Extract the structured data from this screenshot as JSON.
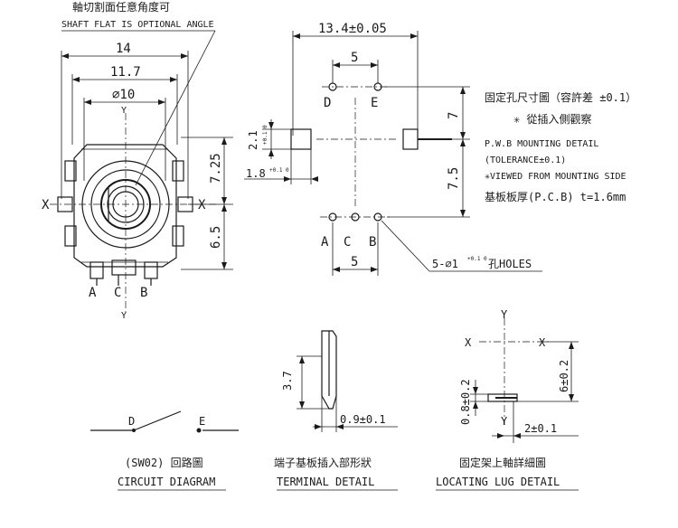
{
  "front_view": {
    "note_cn": "軸切割面任意角度可",
    "note_en": "SHAFT FLAT IS OPTIONAL ANGLE",
    "dim_width": "14",
    "dim_inner": "11.7",
    "dim_shaft": "⌀10",
    "axis_y_top": "Y",
    "axis_y_bottom": "Y",
    "axis_x_left": "X",
    "axis_x_right": "X",
    "dim_upper": "7.25",
    "dim_lower": "6.5",
    "pin_a": "A",
    "pin_c": "C",
    "pin_b": "B"
  },
  "side_view": {
    "dim_top_width": "13.4±0.05",
    "dim_pin_pitch": "5",
    "pin_d": "D",
    "pin_e": "E",
    "dim_height": "2.1",
    "dim_height_tol": "+0.1 0",
    "dim_lug": "1.8",
    "dim_lug_tol": "+0.1 0",
    "dim_7": "7",
    "dim_7_5": "7.5",
    "pin_a": "A",
    "pin_c": "C",
    "pin_b": "B",
    "dim_bottom_pitch": "5",
    "holes": "5-⌀1",
    "holes_tol": "+0.1 0",
    "holes_suffix": "孔HOLES"
  },
  "pcb_notes": {
    "cn_1": "固定孔尺寸圖（容許差 ±0.1）",
    "cn_2": "✳ 從插入側觀察",
    "en_1": "P.W.B MOUNTING DETAIL",
    "en_2": "(TOLERANCE±0.1)",
    "en_3": "✳VIEWED FROM MOUNTING SIDE",
    "cn_3": "基板板厚(P.C.B) t=1.6mm"
  },
  "circuit_detail": {
    "label_d": "D",
    "label_e": "E",
    "caption_cn": "(SW02) 回路圖",
    "caption_en": "CIRCUIT DIAGRAM"
  },
  "terminal_detail": {
    "dim_length": "3.7",
    "dim_width": "0.9±0.1",
    "caption_cn": "端子基板插入部形狀",
    "caption_en": "TERMINAL DETAIL"
  },
  "lug_detail": {
    "axis_y_top": "Y",
    "axis_y_bottom": "Y",
    "axis_x_left": "X",
    "axis_x_right": "X",
    "dim_height": "6±0.2",
    "dim_thickness": "0.8±0.2",
    "dim_width": "2±0.1",
    "caption_cn": "固定架上軸詳細圖",
    "caption_en": "LOCATING LUG DETAIL"
  }
}
